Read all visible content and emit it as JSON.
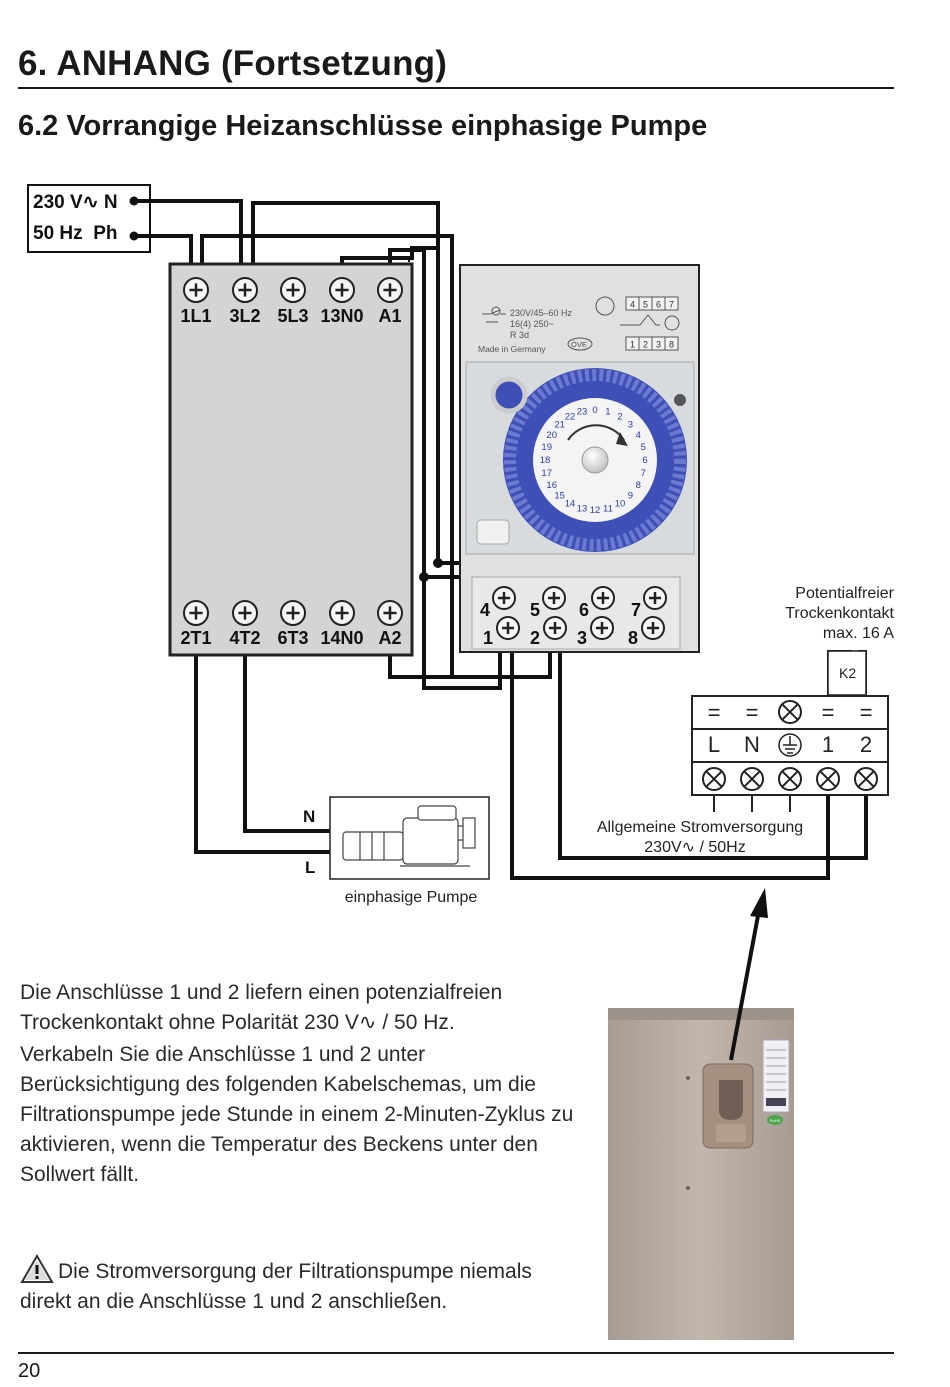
{
  "header": {
    "title": "6. ANHANG (Fortsetzung)",
    "section_title": "6.2 Vorrangige Heizanschlüsse einphasige Pumpe"
  },
  "supply": {
    "line1_label": "230 V∿ N",
    "line2_label": "50 Hz  Ph"
  },
  "contactor": {
    "top_terminals": [
      "1L1",
      "3L2",
      "5L3",
      "13N0",
      "A1"
    ],
    "bottom_terminals": [
      "2T1",
      "4T2",
      "6T3",
      "14N0",
      "A2"
    ]
  },
  "timer": {
    "spec_text": [
      "230V/45–60 Hz",
      "16(4) 250~",
      "R 3d"
    ],
    "made_in": "Made in Germany",
    "mark": "ÖVE",
    "top_numbers": [
      "4",
      "5",
      "6",
      "7"
    ],
    "bottom_numbers": [
      "1",
      "2",
      "3",
      "8"
    ],
    "dial_numbers": [
      "0",
      "1",
      "2",
      "3",
      "4",
      "5",
      "6",
      "7",
      "8",
      "9",
      "10",
      "11",
      "12",
      "13",
      "14",
      "15",
      "16",
      "17",
      "18",
      "19",
      "20",
      "21",
      "22",
      "23"
    ],
    "schematic_top": [
      "4",
      "5",
      "6",
      "7"
    ],
    "schematic_bottom": [
      "1",
      "2",
      "3",
      "8"
    ]
  },
  "dry_contact": {
    "line1": "Potentialfreier",
    "line2": "Trockenkontakt",
    "line3": "max. 16 A",
    "relay": "K2"
  },
  "terminal_block": {
    "top_symbols": [
      "=",
      "=",
      "⊗",
      "=",
      "="
    ],
    "labels": [
      "L",
      "N",
      "⏚",
      "1",
      "2"
    ],
    "caption1": "Allgemeine Stromversorgung",
    "caption2": "230V∿ / 50Hz"
  },
  "pump": {
    "label_n": "N",
    "label_l": "L",
    "caption": "einphasige Pumpe"
  },
  "heatpump": {
    "sticker_badge": "RoHS"
  },
  "text": {
    "para1": "Die Anschlüsse 1 und 2 liefern einen potenzialfreien Trockenkontakt ohne Polarität 230 V∿ / 50 Hz.",
    "para2": "Verkabeln Sie die Anschlüsse 1 und 2 unter Berücksichtigung des folgenden Kabelschemas, um die Filtrationspumpe jede Stunde in einem 2-Minuten-Zyklus zu aktivieren, wenn die Temperatur des Beckens unter den Sollwert fällt.",
    "warning": "Die Stromversorgung der Filtrationspumpe niemals direkt an die Anschlüsse 1 und 2 anschließen."
  },
  "footer": {
    "page_number": "20"
  },
  "colors": {
    "wire": "#111111",
    "contactor_fill": "#d4d4d4",
    "timer_body": "#e2e2e2",
    "dial_blue": "#3e4fb6",
    "heatpump_body": "#b8aca3"
  }
}
